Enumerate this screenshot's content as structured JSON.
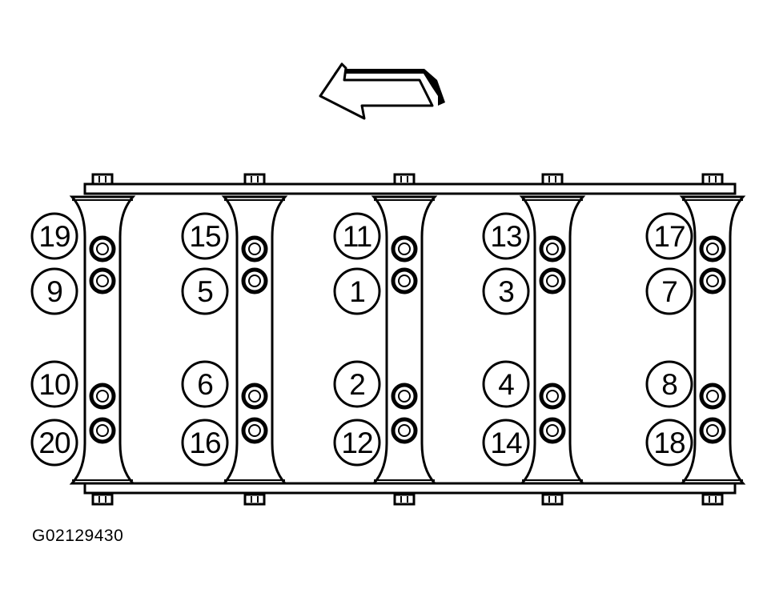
{
  "figure_id": "G02129430",
  "arrow_direction": "left",
  "caps": [
    {
      "top_bolt": 19,
      "upper_bolt": 9,
      "lower_bolt": 10,
      "bottom_bolt": 20
    },
    {
      "top_bolt": 15,
      "upper_bolt": 5,
      "lower_bolt": 6,
      "bottom_bolt": 16
    },
    {
      "top_bolt": 11,
      "upper_bolt": 1,
      "lower_bolt": 2,
      "bottom_bolt": 12
    },
    {
      "top_bolt": 13,
      "upper_bolt": 3,
      "lower_bolt": 4,
      "bottom_bolt": 14
    },
    {
      "top_bolt": 17,
      "upper_bolt": 7,
      "lower_bolt": 8,
      "bottom_bolt": 18
    }
  ]
}
